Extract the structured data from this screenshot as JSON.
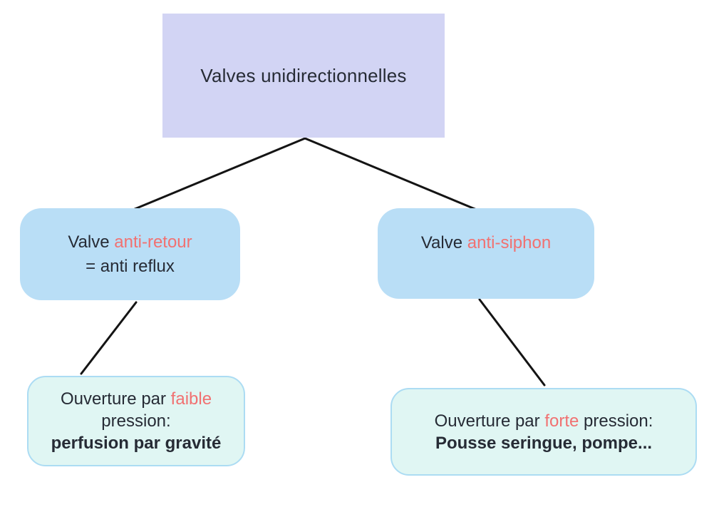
{
  "colors": {
    "root_fill": "#d2d4f4",
    "branch_fill": "#b9def6",
    "leaf_fill": "#e0f6f3",
    "leaf_border": "#acdcf3",
    "highlight_text": "#f17171",
    "dark_text": "#262b35",
    "line": "#141414",
    "background": "#ffffff"
  },
  "root": {
    "title": "Valves unidirectionnelles"
  },
  "branches": {
    "left": {
      "line1_prefix": "Valve ",
      "line1_highlight": "anti-retour",
      "line2": "= anti reflux"
    },
    "right": {
      "line1_prefix": "Valve ",
      "line1_highlight": "anti-siphon"
    }
  },
  "leaves": {
    "left": {
      "line1_prefix": "Ouverture par ",
      "line1_highlight": "faible",
      "line2": "pression:",
      "line3_bold": "perfusion par gravité"
    },
    "right": {
      "line1_prefix": "Ouverture par ",
      "line1_highlight": "forte",
      "line1_suffix": " pression:",
      "line2_bold": "Pousse seringue, pompe..."
    }
  }
}
